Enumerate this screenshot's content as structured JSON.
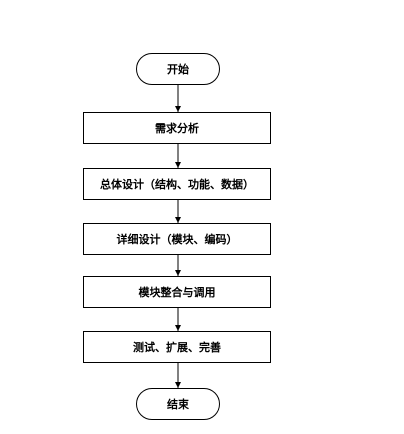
{
  "flowchart": {
    "nodes": [
      {
        "id": "start",
        "label": "开始",
        "shape": "terminal"
      },
      {
        "id": "req",
        "label": "需求分析",
        "shape": "process"
      },
      {
        "id": "overall",
        "label": "总体设计（结构、功能、数据）",
        "shape": "process"
      },
      {
        "id": "detail",
        "label": "详细设计（模块、编码）",
        "shape": "process"
      },
      {
        "id": "module",
        "label": "模块整合与调用",
        "shape": "process"
      },
      {
        "id": "test",
        "label": "测试、扩展、完善",
        "shape": "process"
      },
      {
        "id": "end",
        "label": "结束",
        "shape": "terminal"
      }
    ],
    "edges": [
      {
        "from": "start",
        "to": "req"
      },
      {
        "from": "req",
        "to": "overall"
      },
      {
        "from": "overall",
        "to": "detail"
      },
      {
        "from": "detail",
        "to": "module"
      },
      {
        "from": "module",
        "to": "test"
      },
      {
        "from": "test",
        "to": "end"
      }
    ]
  },
  "colors": {
    "stroke": "#000000",
    "background": "#ffffff",
    "text": "#000000"
  }
}
